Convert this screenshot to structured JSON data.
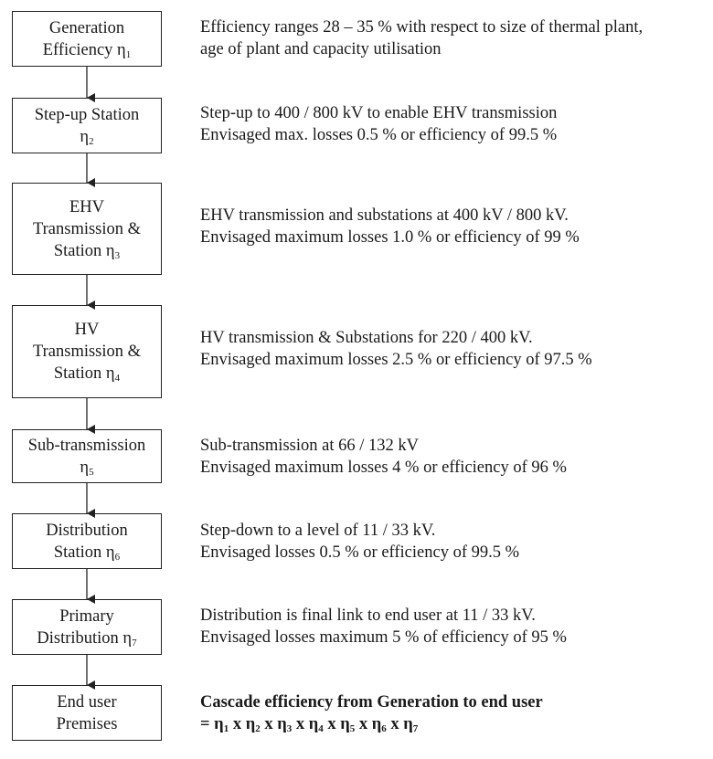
{
  "stages": [
    {
      "box": [
        {
          "text": "Generation"
        },
        {
          "text": "Efficiency η",
          "sub": "1"
        }
      ],
      "desc": [
        "Efficiency ranges 28 – 35 % with respect to size of thermal plant,",
        "age of plant and capacity utilisation"
      ]
    },
    {
      "box": [
        {
          "text": "Step-up Station"
        },
        {
          "text": "η",
          "sub": "2"
        }
      ],
      "desc": [
        "Step-up to 400 / 800 kV to enable EHV transmission",
        "Envisaged max. losses 0.5 % or efficiency of 99.5 %"
      ]
    },
    {
      "box": [
        {
          "text": "EHV"
        },
        {
          "text": "Transmission &"
        },
        {
          "text": "Station η",
          "sub": "3"
        }
      ],
      "desc": [
        "EHV transmission and substations at 400 kV / 800 kV.",
        "Envisaged maximum losses 1.0 % or efficiency of 99 %"
      ]
    },
    {
      "box": [
        {
          "text": "HV"
        },
        {
          "text": "Transmission &"
        },
        {
          "text": "Station η",
          "sub": "4"
        }
      ],
      "desc": [
        "HV transmission & Substations for 220 / 400 kV.",
        "Envisaged maximum losses 2.5 % or efficiency of 97.5 %"
      ]
    },
    {
      "box": [
        {
          "text": "Sub-transmission"
        },
        {
          "text": "η",
          "sub": "5"
        }
      ],
      "desc": [
        "Sub-transmission at 66 / 132 kV",
        "Envisaged maximum losses 4 % or efficiency of 96 %"
      ]
    },
    {
      "box": [
        {
          "text": "Distribution"
        },
        {
          "text": "Station η",
          "sub": "6"
        }
      ],
      "desc": [
        "Step-down to a level of 11 / 33 kV.",
        "Envisaged losses 0.5 % or efficiency of 99.5 %"
      ]
    },
    {
      "box": [
        {
          "text": "Primary"
        },
        {
          "text": "Distribution η",
          "sub": "7"
        }
      ],
      "desc": [
        "Distribution is final link to end user at 11 / 33 kV.",
        "Envisaged losses maximum 5 % of efficiency of 95 %"
      ]
    },
    {
      "box": [
        {
          "text": "End user"
        },
        {
          "text": "Premises"
        }
      ],
      "desc": [
        "Cascade efficiency from Generation to end user"
      ],
      "formula": [
        "= η",
        "1",
        " x η",
        "2",
        " x η",
        "3",
        " x η",
        "4",
        " x η",
        "5",
        " x η",
        "6",
        " x η",
        "7"
      ]
    }
  ]
}
